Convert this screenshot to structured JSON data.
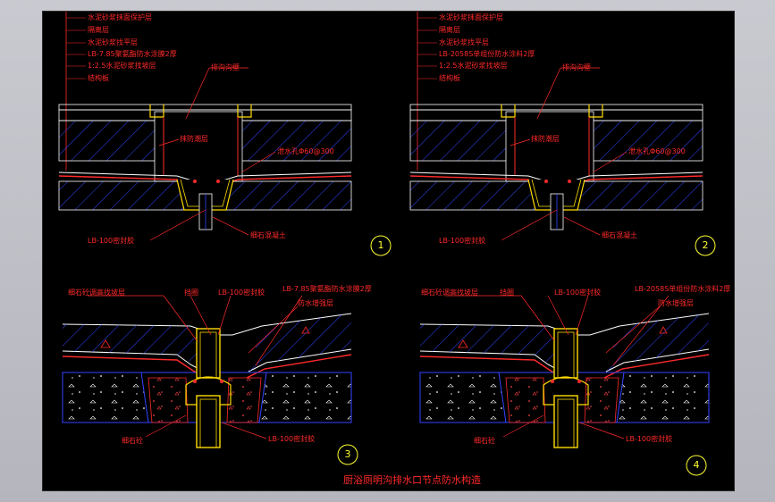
{
  "colors": {
    "background": "#000000",
    "concrete": "#ffffff",
    "pipe": "#ffdd00",
    "layer": "#ff2a2a",
    "hatch": "#3344ff"
  },
  "detail1": {
    "layers": [
      "水泥砂浆抹面保护层",
      "隔离层",
      "水泥砂浆找平层",
      "LB-7.85聚氨酯防水涂膜2厚",
      "1:2.5水泥砂浆找坡层",
      "结构板"
    ],
    "wall_label": "排沟沟壁",
    "film_label": "抹防潮层",
    "drain_hole": "泄水孔Φ60@300",
    "sealant": "LB-100密封胶",
    "gravel": "细石混凝土",
    "num": "1"
  },
  "detail2": {
    "layers": [
      "水泥砂浆抹面保护层",
      "隔离层",
      "水泥砂浆找平层",
      "LB-2058S单组份防水涂料2厚",
      "1:2.5水泥砂浆找坡层",
      "结构板"
    ],
    "wall_label": "排沟沟壁",
    "film_label": "抹防潮层",
    "drain_hole": "泄水孔Φ60@300",
    "sealant": "LB-100密封胶",
    "gravel": "细石混凝土",
    "num": "2"
  },
  "detail3": {
    "slope": "细石砼调高找坡层",
    "guard": "挡圈",
    "sealant_top": "LB-100密封胶",
    "membrane": "LB-7.85聚氨酯防水涂膜2厚",
    "extra": "防水增强层",
    "gravel": "细石砼",
    "sealant_bottom": "LB-100密封胶",
    "num": "3"
  },
  "detail4": {
    "slope": "细石砼调高找坡层",
    "guard": "挡圈",
    "sealant_top": "LB-100密封胶",
    "membrane": "LB-2058S单组份防水涂料2厚",
    "extra": "防水增强层",
    "gravel": "细石砼",
    "sealant_bottom": "LB-100密封胶",
    "num": "4"
  },
  "title": "厨浴厕明沟排水口节点防水构造"
}
